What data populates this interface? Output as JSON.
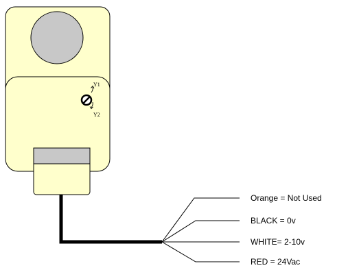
{
  "device": {
    "body_color": "#FFFFCC",
    "window_color": "#C8C8C8",
    "outline_color": "#000000",
    "rotary_switch": {
      "position_1_label": "Y1",
      "position_2_label": "Y2"
    }
  },
  "wiring": {
    "cable_color": "#000000",
    "wires": [
      {
        "label": "Orange = Not Used"
      },
      {
        "label": "BLACK = 0v"
      },
      {
        "label": "WHITE= 2-10v"
      },
      {
        "label": "RED = 24Vac"
      }
    ]
  }
}
